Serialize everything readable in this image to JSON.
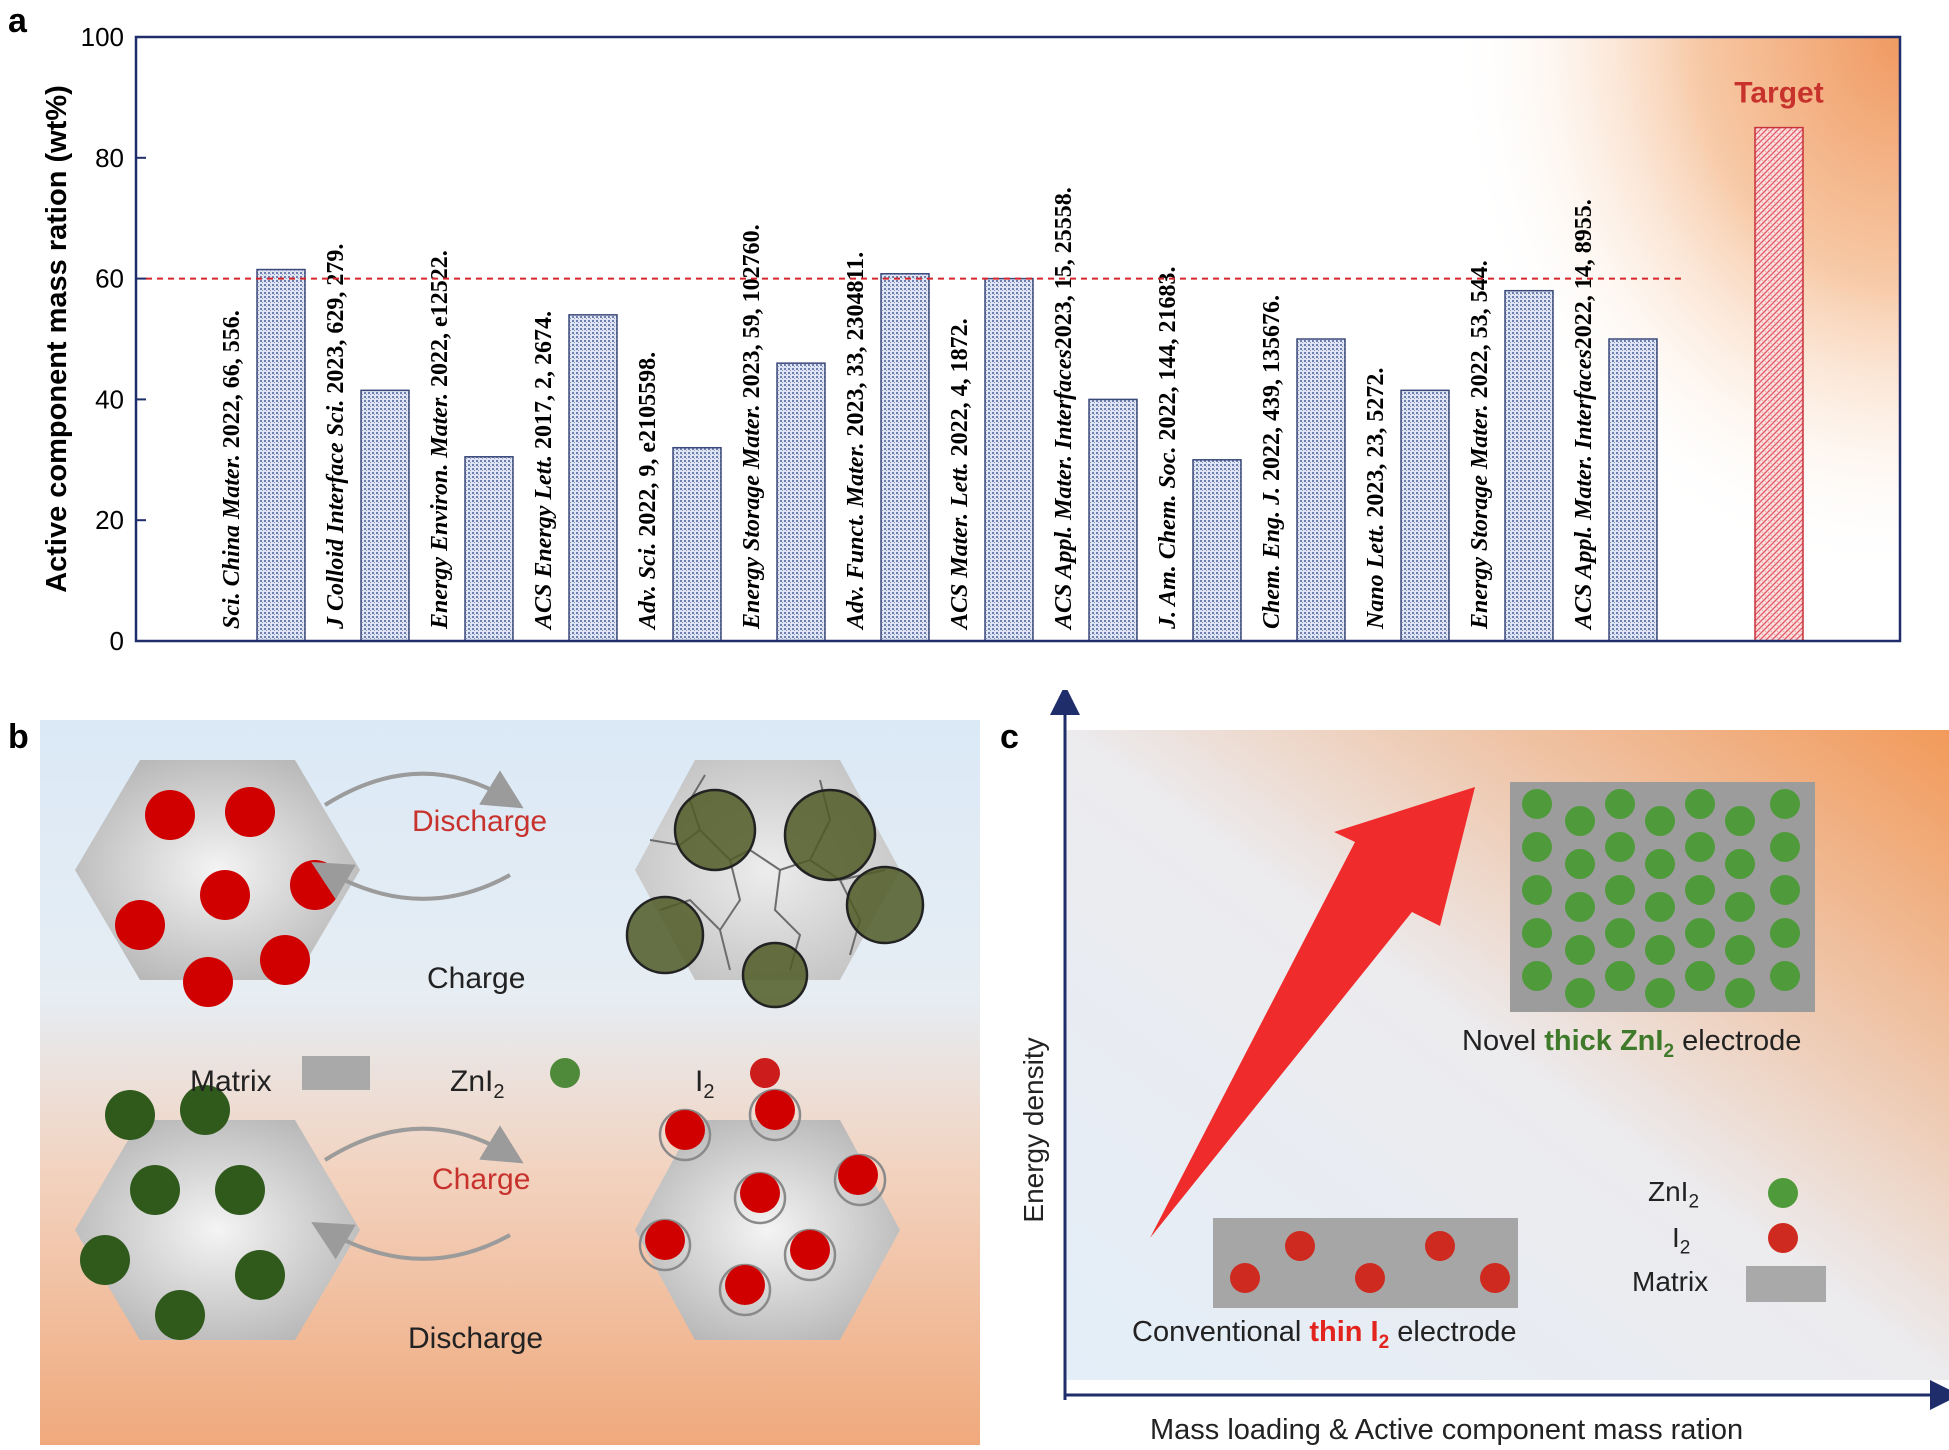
{
  "panels": {
    "a": "a",
    "b": "b",
    "c": "c"
  },
  "chart_data": {
    "type": "bar",
    "ylabel": "Active component mass ration (wt%)",
    "ylim": [
      0,
      100
    ],
    "yticks": [
      0,
      20,
      40,
      60,
      80,
      100
    ],
    "reference_line": 60,
    "categories": [
      "Sci. China Mater. 2022, 66, 556.",
      "J Colloid Interface Sci. 2023, 629, 279.",
      "Energy Environ. Mater. 2022, e12522.",
      "ACS Energy Lett. 2017, 2, 2674.",
      "Adv. Sci. 2022, 9, e2105598.",
      "Energy Storage Mater. 2023, 59, 102760.",
      "Adv. Funct. Mater. 2023, 33, 2304811.",
      "ACS Mater. Lett. 2022, 4, 1872.",
      "ACS Appl. Mater. Interfaces 2023, 15, 25558.",
      "J. Am. Chem. Soc. 2022, 144, 21683.",
      "Chem. Eng. J. 2022, 439, 135676.",
      "Nano Lett. 2023, 23, 5272.",
      "Energy Storage Mater. 2022, 53, 544.",
      "ACS Appl. Mater. Interfaces 2022, 14, 8955."
    ],
    "journals": [
      "Sci. China Mater.",
      "J Colloid Interface Sci.",
      "Energy Environ. Mater.",
      "ACS Energy Lett.",
      "Adv. Sci.",
      "Energy Storage Mater.",
      "Adv. Funct. Mater.",
      "ACS Mater. Lett.",
      "ACS Appl. Mater. Interfaces",
      "J. Am. Chem. Soc.",
      "Chem. Eng. J.",
      "Nano Lett.",
      "Energy Storage Mater.",
      "ACS Appl. Mater. Interfaces"
    ],
    "citations": [
      " 2022, 66, 556.",
      " 2023, 629, 279.",
      " 2022, e12522.",
      " 2017, 2, 2674.",
      " 2022, 9, e2105598.",
      " 2023, 59, 102760.",
      " 2023, 33, 2304811.",
      " 2022, 4, 1872.",
      "2023, 15, 25558.",
      " 2022, 144, 21683.",
      " 2022, 439, 135676.",
      " 2023, 23, 5272.",
      " 2022, 53, 544.",
      "2022, 14, 8955."
    ],
    "values": [
      61.5,
      41.5,
      30.5,
      54,
      32,
      46,
      60.8,
      60,
      40,
      30,
      50,
      41.5,
      58,
      50
    ],
    "target_label": "Target",
    "target_value": 85,
    "colors": {
      "bar": "#b9c6e4",
      "target": "#f3b9be",
      "refline": "#d6262b",
      "axis": "#1f2d6b"
    }
  },
  "panel_b": {
    "top_discharge": "Discharge",
    "top_charge": "Charge",
    "bottom_charge": "Charge",
    "bottom_discharge": "Discharge",
    "legend_matrix": "Matrix",
    "legend_znI2": "ZnI",
    "legend_i2": "I",
    "sub2": "2",
    "colors": {
      "i2": "#cc0000",
      "znI2": "#2f5a1c",
      "matrix": "#a9a9a9"
    }
  },
  "panel_c": {
    "ylabel": "Energy density",
    "xlabel": "Mass loading & Active component mass ration",
    "novel_prefix": "Novel ",
    "novel_bold": "thick ZnI",
    "novel_suffix": " electrode",
    "conv_prefix": "Conventional ",
    "conv_bold": "thin I",
    "conv_suffix": " electrode",
    "legend_znI2": "ZnI",
    "legend_i2": "I",
    "legend_matrix": "Matrix",
    "sub2": "2",
    "colors": {
      "znI2": "#4f9a3a",
      "i2": "#cf2a20",
      "arrow": "#ef2b2b"
    }
  }
}
